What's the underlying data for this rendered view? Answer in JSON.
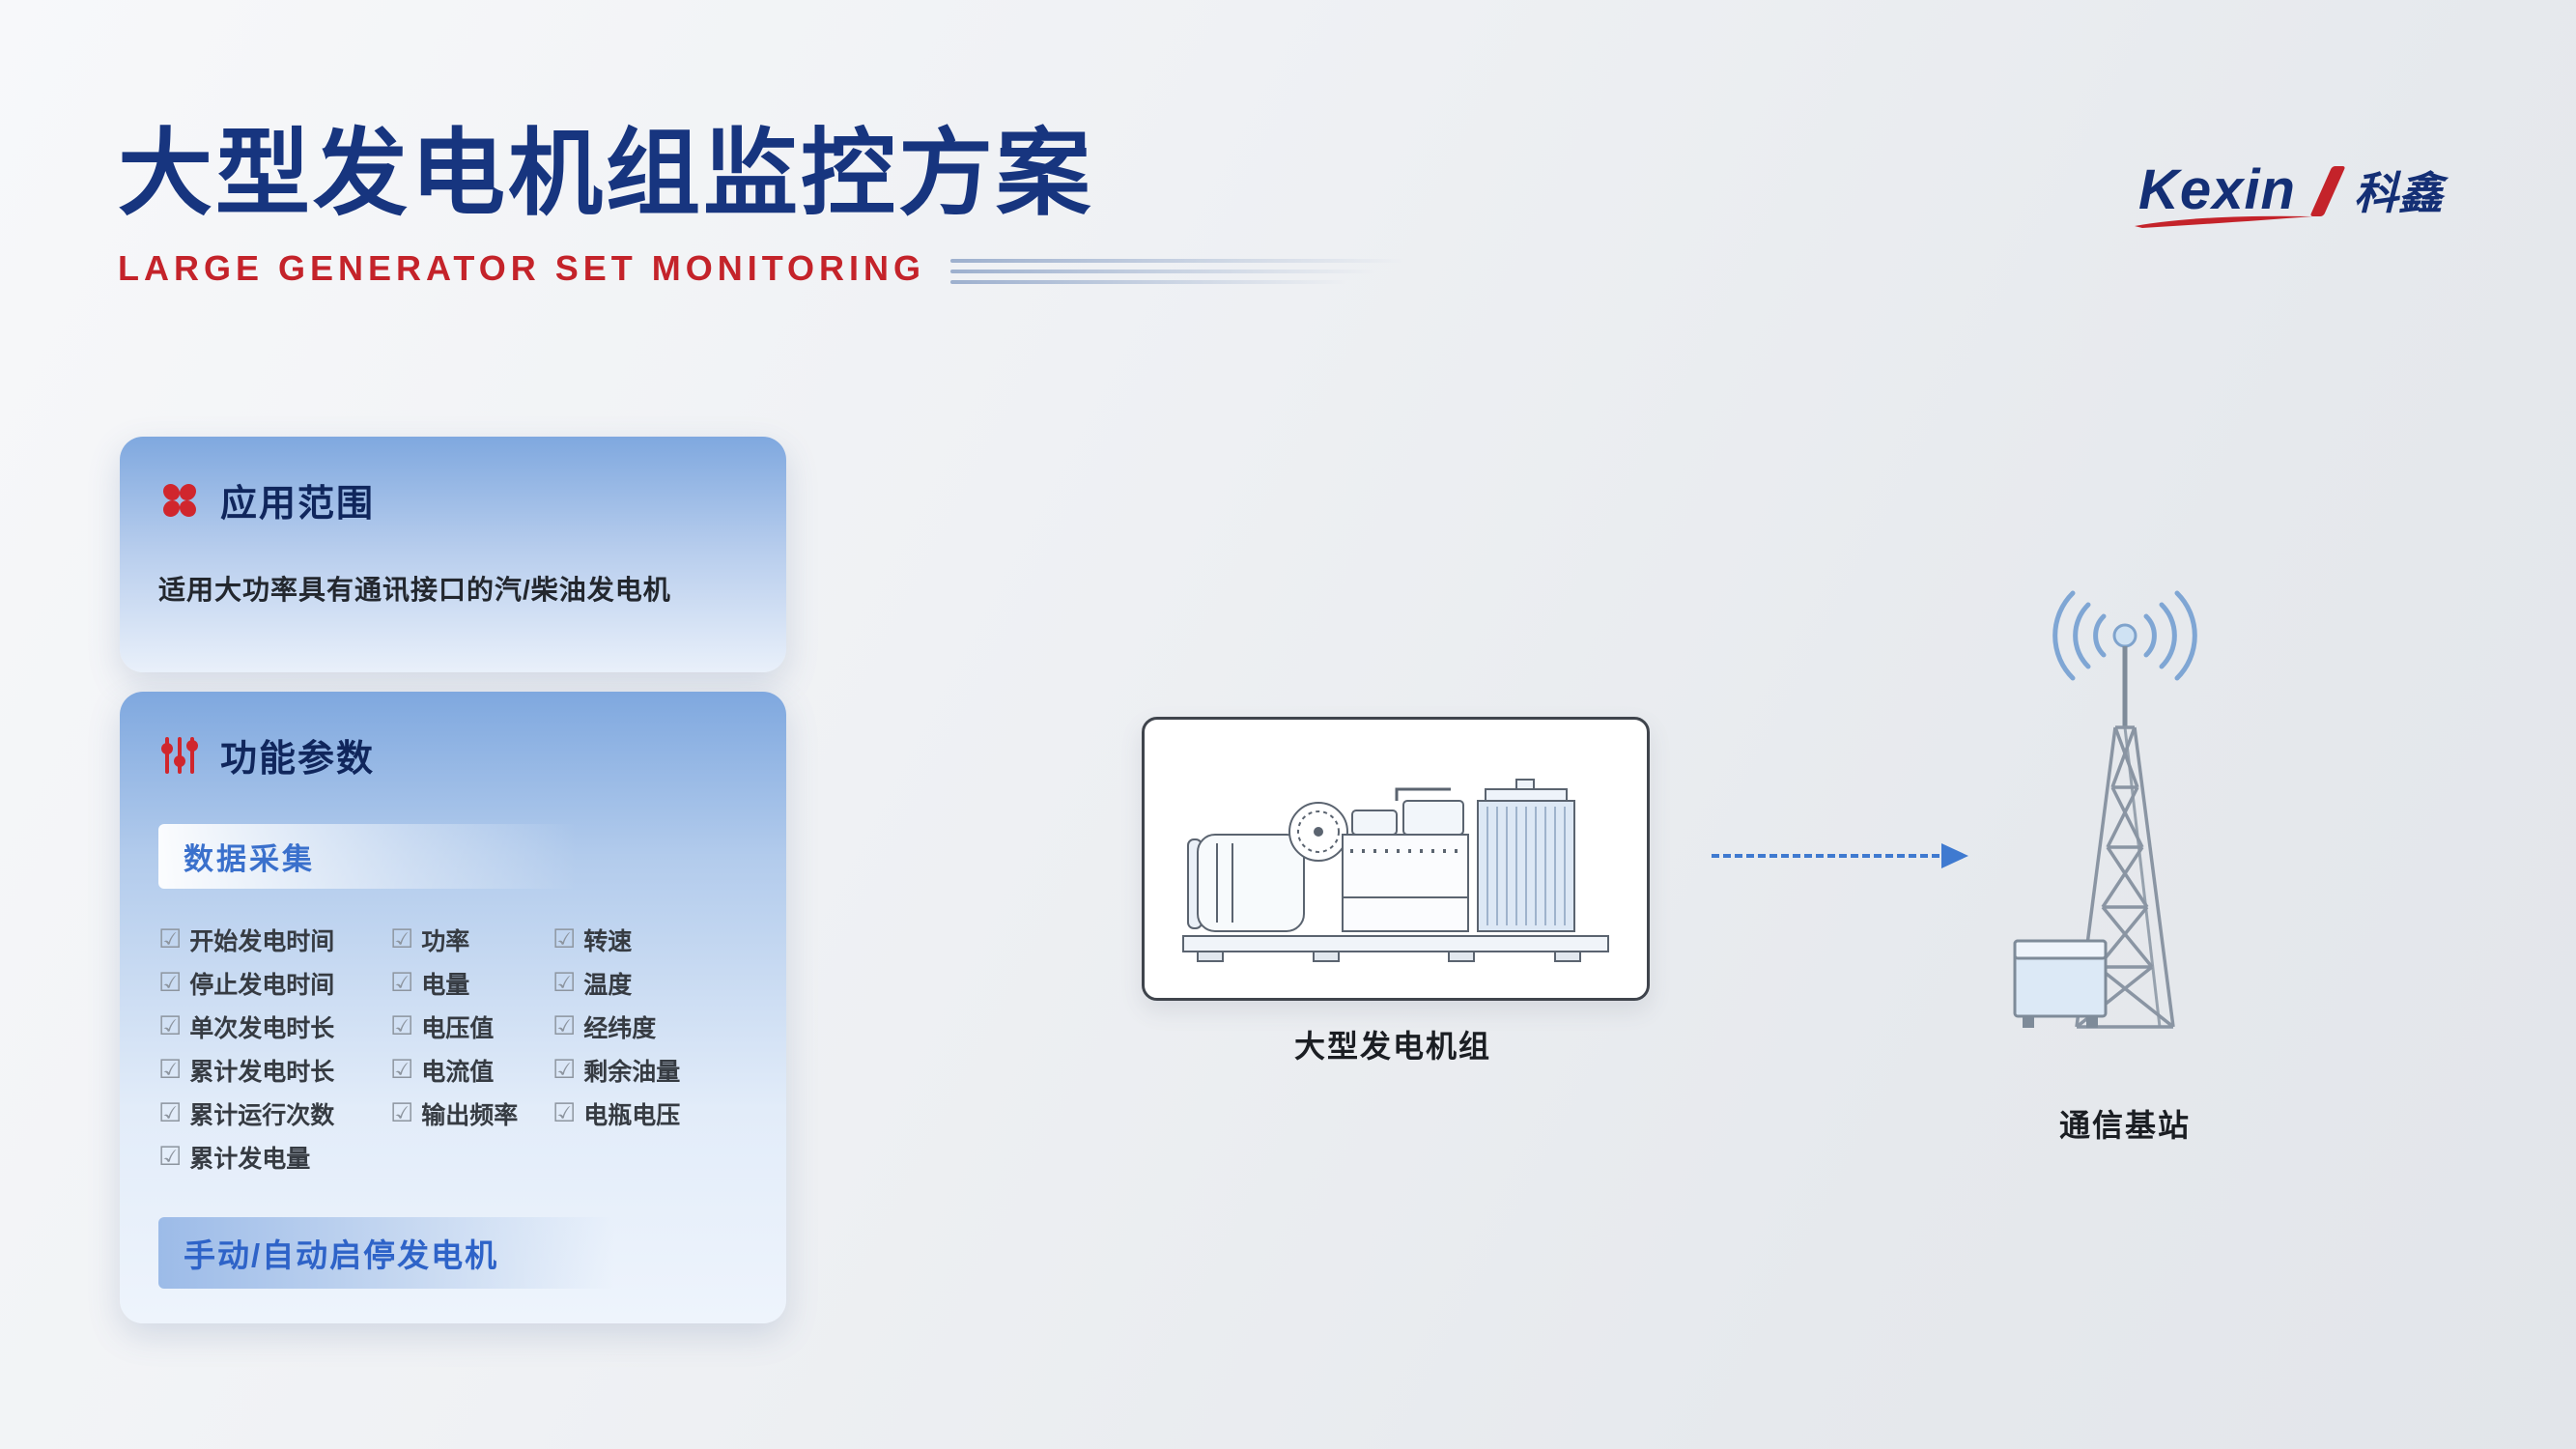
{
  "slide": {
    "title": "大型发电机组监控方案",
    "subtitle": "LARGE GENERATOR SET MONITORING"
  },
  "logo": {
    "name": "Kexin",
    "cn": "科鑫"
  },
  "application_panel": {
    "title": "应用范围",
    "description": "适用大功率具有通讯接口的汽/柴油发电机"
  },
  "parameters_panel": {
    "title": "功能参数",
    "section": "数据采集",
    "checkbox_glyph": "☑",
    "columns": [
      [
        "开始发电时间",
        "停止发电时间",
        "单次发电时长",
        "累计发电时长",
        "累计运行次数",
        "累计发电量"
      ],
      [
        "功率",
        "电量",
        "电压值",
        "电流值",
        "输出频率"
      ],
      [
        "转速",
        "温度",
        "经纬度",
        "剩余油量",
        "电瓶电压"
      ]
    ],
    "footer": "手动/自动启停发电机"
  },
  "diagram": {
    "generator_label": "大型发电机组",
    "station_label": "通信基站"
  },
  "colors": {
    "navy": "#17357f",
    "red": "#c4232a",
    "arrow_blue": "#3f7ad0",
    "panel_blue": "#7fa8df"
  }
}
